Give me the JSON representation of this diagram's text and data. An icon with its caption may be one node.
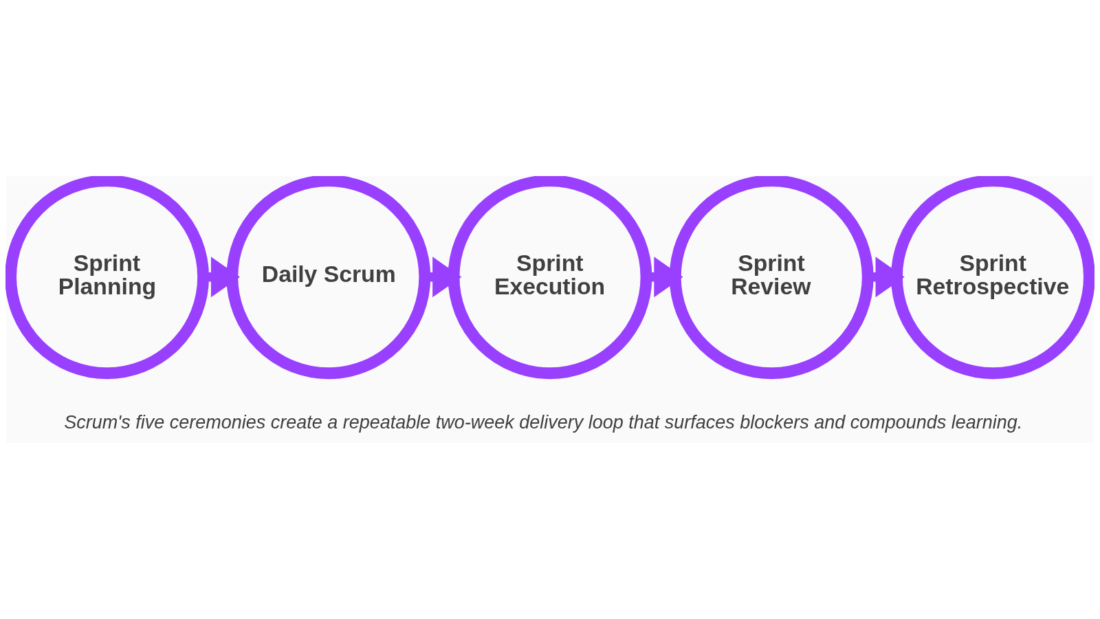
{
  "diagram": {
    "caption": "Scrum's five ceremonies create a repeatable two-week delivery loop that surfaces blockers and compounds learning.",
    "nodes": [
      {
        "text": [
          "Sprint Planning"
        ]
      },
      {
        "text": [
          "Daily Scrum"
        ]
      },
      {
        "text": [
          "Sprint Execution"
        ]
      },
      {
        "text": [
          "Sprint Review"
        ]
      },
      {
        "text": [
          "Sprint Retrospective"
        ]
      }
    ],
    "edges": [
      {
        "from": 0,
        "to": 1,
        "arrow": "to"
      },
      {
        "from": 1,
        "to": 2,
        "arrow": "to"
      },
      {
        "from": 2,
        "to": 3,
        "arrow": "to"
      },
      {
        "from": 3,
        "to": 4,
        "arrow": "to"
      }
    ]
  }
}
